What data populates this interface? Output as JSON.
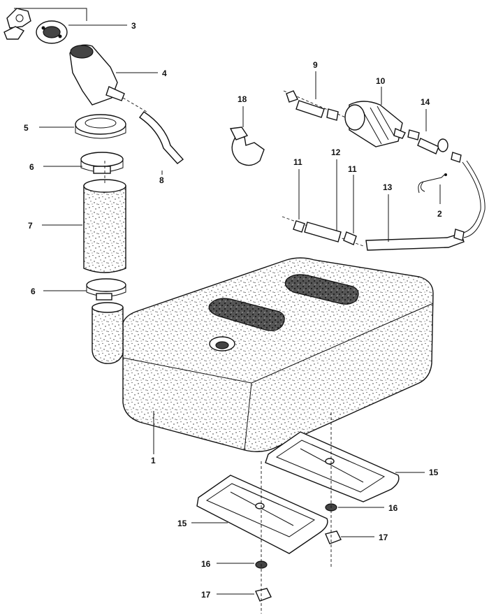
{
  "diagram": {
    "type": "exploded-parts-diagram",
    "callouts": [
      {
        "id": "c3",
        "text": "3"
      },
      {
        "id": "c4",
        "text": "4"
      },
      {
        "id": "c5",
        "text": "5"
      },
      {
        "id": "c6a",
        "text": "6"
      },
      {
        "id": "c7",
        "text": "7"
      },
      {
        "id": "c8",
        "text": "8"
      },
      {
        "id": "c6b",
        "text": "6"
      },
      {
        "id": "c18",
        "text": "18"
      },
      {
        "id": "c9",
        "text": "9"
      },
      {
        "id": "c10",
        "text": "10"
      },
      {
        "id": "c14",
        "text": "14"
      },
      {
        "id": "c11a",
        "text": "11"
      },
      {
        "id": "c12",
        "text": "12"
      },
      {
        "id": "c11b",
        "text": "11"
      },
      {
        "id": "c13",
        "text": "13"
      },
      {
        "id": "c2",
        "text": "2"
      },
      {
        "id": "c1",
        "text": "1"
      },
      {
        "id": "c15a",
        "text": "15"
      },
      {
        "id": "c16a",
        "text": "16"
      },
      {
        "id": "c17a",
        "text": "17"
      },
      {
        "id": "c15b",
        "text": "15"
      },
      {
        "id": "c16b",
        "text": "16"
      },
      {
        "id": "c17b",
        "text": "17"
      }
    ]
  }
}
